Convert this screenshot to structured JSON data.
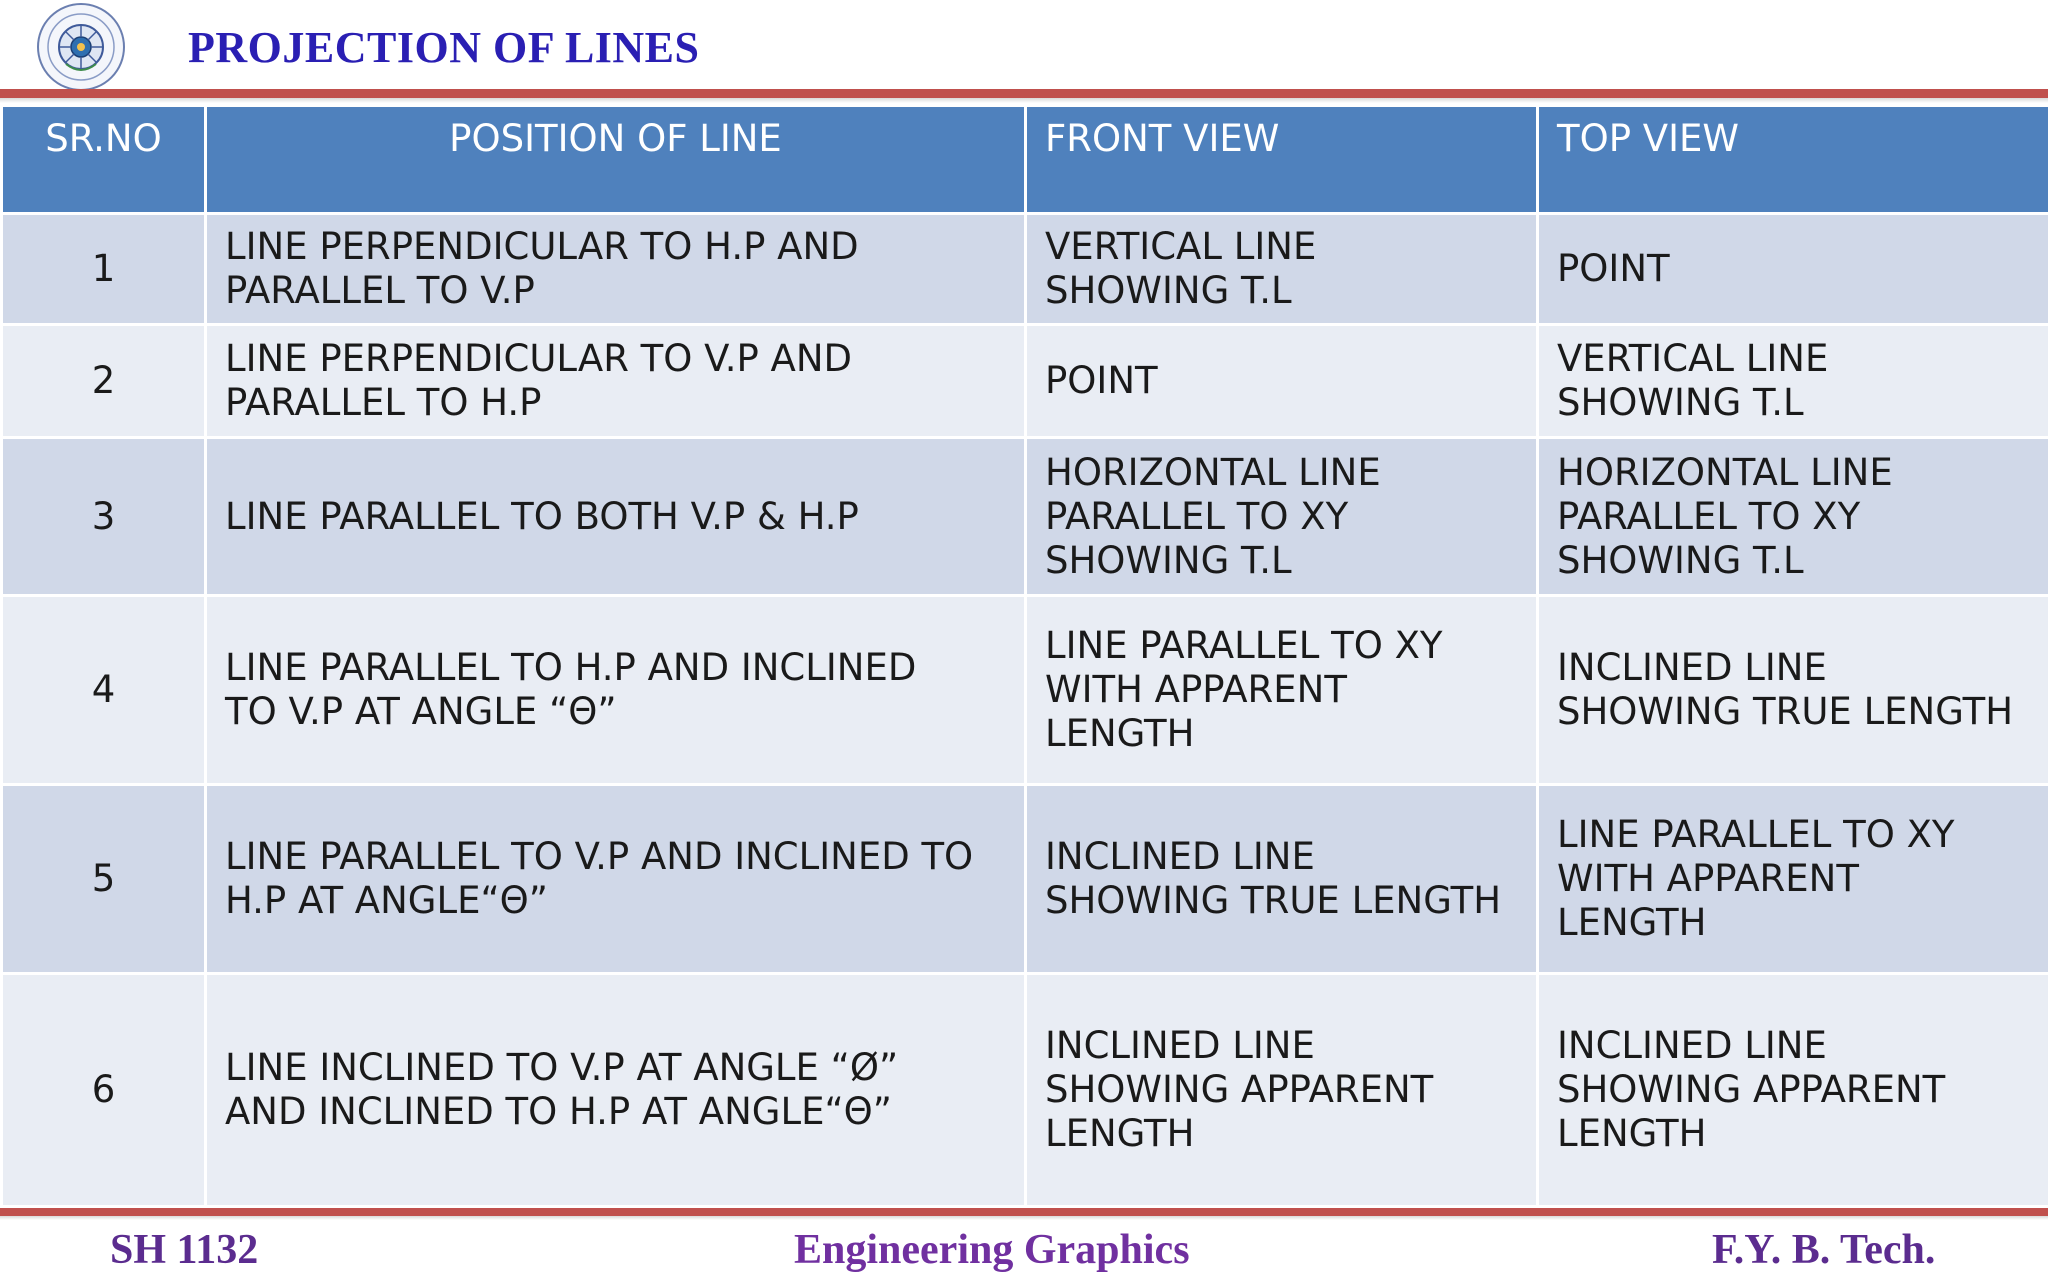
{
  "title": "PROJECTION OF LINES",
  "table": {
    "headers": [
      "SR.NO",
      "POSITION OF LINE",
      "FRONT VIEW",
      "TOP VIEW"
    ],
    "rows": [
      {
        "sr": "1",
        "position": "LINE PERPENDICULAR TO H.P AND\nPARALLEL TO V.P",
        "front": "VERTICAL LINE\nSHOWING T.L",
        "top": "POINT"
      },
      {
        "sr": "2",
        "position": "LINE PERPENDICULAR TO V.P AND\nPARALLEL TO H.P",
        "front": "POINT",
        "top": "VERTICAL LINE\nSHOWING T.L"
      },
      {
        "sr": "3",
        "position": "LINE PARALLEL TO BOTH V.P & H.P",
        "front": "HORIZONTAL LINE\nPARALLEL TO XY\nSHOWING T.L",
        "top": "HORIZONTAL LINE\nPARALLEL TO XY\nSHOWING T.L"
      },
      {
        "sr": "4",
        "position": "LINE PARALLEL TO H.P AND INCLINED\nTO V.P AT ANGLE “θ”",
        "front": "LINE PARALLEL TO XY\nWITH APPARENT\nLENGTH",
        "top": "INCLINED LINE\nSHOWING TRUE LENGTH"
      },
      {
        "sr": "5",
        "position": "LINE PARALLEL TO V.P AND INCLINED TO\nH.P AT ANGLE“θ”",
        "front": "INCLINED LINE\nSHOWING TRUE LENGTH",
        "top": "LINE PARALLEL TO XY\nWITH APPARENT\nLENGTH"
      },
      {
        "sr": "6",
        "position": "LINE INCLINED TO V.P AT ANGLE “Ø”\nAND INCLINED TO H.P AT ANGLE“θ”",
        "front": "INCLINED LINE\nSHOWING APPARENT\nLENGTH",
        "top": "INCLINED LINE\nSHOWING APPARENT\nLENGTH"
      }
    ]
  },
  "footer": {
    "left": "SH 1132",
    "center": "Engineering Graphics",
    "right": "F.Y.  B. Tech."
  },
  "colors": {
    "title": "#2a1fb3",
    "header_bg": "#4f81bd",
    "row_odd": "#d0d8e8",
    "row_even": "#e9edf4",
    "rule": "#c0504d",
    "footer": "#7030a0"
  },
  "icons": {
    "logo": "institute-seal-icon"
  }
}
